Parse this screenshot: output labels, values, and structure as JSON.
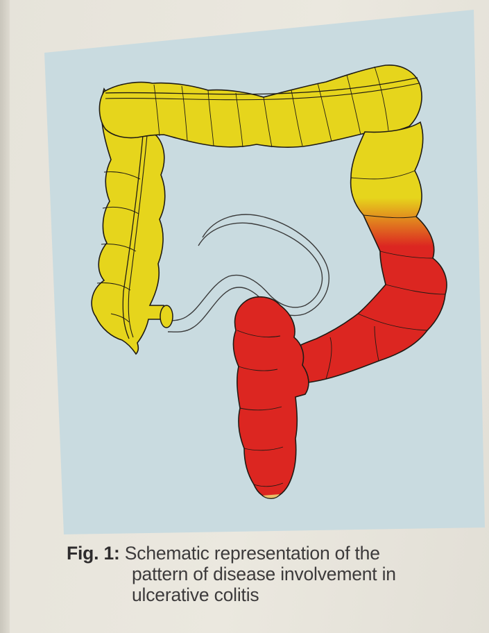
{
  "figure": {
    "label": "Fig. 1:",
    "caption_lines": [
      "Schematic representation of the",
      "pattern of disease involvement in",
      "ulcerative colitis"
    ]
  },
  "colors": {
    "panel_background": "#c9dbe0",
    "unaffected_colon": "#e6d51c",
    "inflamed_colon": "#dc2621",
    "outline": "#1e1a14"
  },
  "diagram": {
    "structures": [
      "colon",
      "small-intestine-loop"
    ],
    "involvement": {
      "unaffected": [
        "cecum",
        "ascending-colon",
        "transverse-colon",
        "proximal-descending-colon"
      ],
      "inflamed": [
        "distal-descending-colon",
        "sigmoid-colon",
        "rectum"
      ]
    }
  }
}
